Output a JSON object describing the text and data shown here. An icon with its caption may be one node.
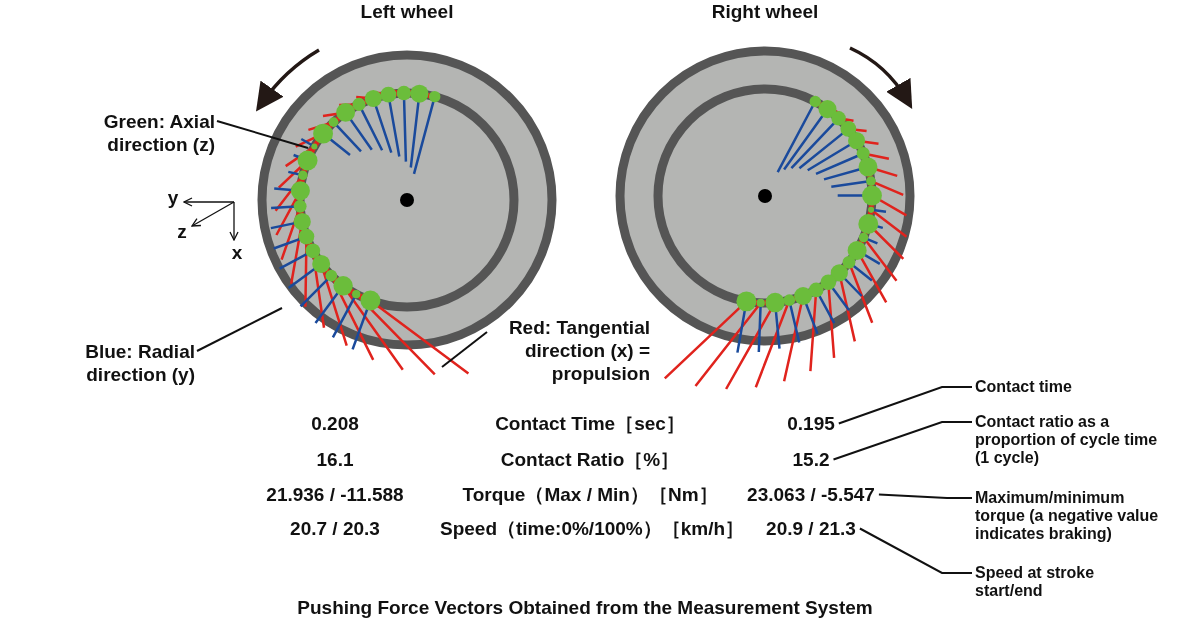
{
  "diagram": {
    "caption": "Pushing Force Vectors Obtained from the Measurement System",
    "nodes": [
      {
        "text": [
          "Left wheel"
        ]
      },
      {
        "text": [
          "Right wheel"
        ]
      },
      {
        "text": [
          "Green: Axial direction (z)"
        ]
      },
      {
        "text": [
          "Blue: Radial direction (y)"
        ]
      },
      {
        "text": [
          "Red: Tangential direction (x) = propulsion"
        ]
      },
      {
        "text": [
          "Contact time"
        ]
      },
      {
        "text": [
          "0.195"
        ]
      },
      {
        "text": [
          "Contact ratio as a proportion of cycle time (1 cycle)"
        ]
      },
      {
        "text": [
          "15.2"
        ]
      },
      {
        "text": [
          "23.063 / -5.547"
        ]
      },
      {
        "text": [
          "Maximum/minimum torque (a negative value indicates braking)"
        ]
      },
      {
        "text": [
          "20.9 / 21.3"
        ]
      },
      {
        "text": [
          "Speed at stroke start/end"
        ]
      }
    ],
    "edges": [
      {
        "from": 2,
        "to": 0,
        "arrow": "none"
      },
      {
        "from": 3,
        "to": 0,
        "arrow": "none"
      },
      {
        "from": 4,
        "to": 0,
        "arrow": "none"
      },
      {
        "from": 5,
        "to": 6,
        "arrow": "none"
      },
      {
        "from": 7,
        "to": 8,
        "arrow": "none"
      },
      {
        "from": 10,
        "to": 9,
        "arrow": "none"
      },
      {
        "from": 12,
        "to": 11,
        "arrow": "none"
      }
    ],
    "labels": [
      "y",
      "z",
      "x",
      "0.208",
      "Contact Time［sec］",
      "16.1",
      "Contact Ratio［%］",
      "21.936 / -11.588",
      "Torque（Max / Min）［Nm］",
      "20.7 / 20.3",
      "Speed（time:0%/100%）［km/h］"
    ]
  }
}
